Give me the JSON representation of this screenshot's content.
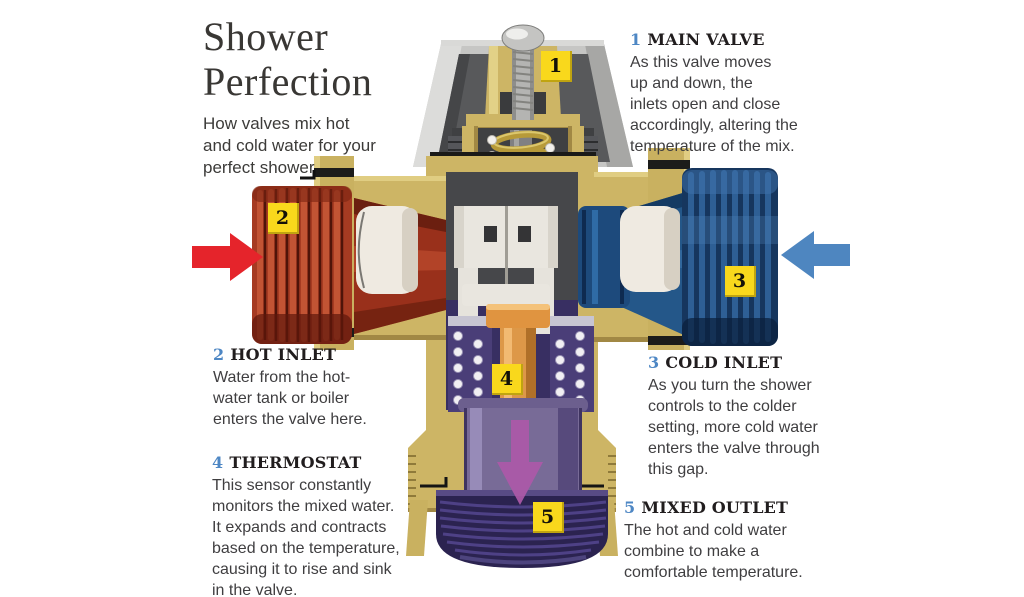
{
  "title": {
    "line1": "Shower",
    "line2": "Perfection",
    "subtitle": "How valves mix hot\nand cold water for your\nperfect shower"
  },
  "annotations": [
    {
      "num": "1",
      "heading": "MAIN VALVE",
      "body": "As this valve moves\nup and down, the\ninlets open and close\naccordingly, altering the\ntemperature of the mix."
    },
    {
      "num": "2",
      "heading": "HOT INLET",
      "body": "Water from the hot-\nwater tank or boiler\nenters the valve here."
    },
    {
      "num": "3",
      "heading": "COLD INLET",
      "body": "As you turn the shower\ncontrols to the colder\nsetting, more cold water\nenters the valve through\nthis gap."
    },
    {
      "num": "4",
      "heading": "THERMOSTAT",
      "body": "This sensor constantly\nmonitors the mixed water.\nIt expands and contracts\nbased on the temperature,\ncausing it to rise and sink\nin the valve."
    },
    {
      "num": "5",
      "heading": "MIXED OUTLET",
      "body": "The hot and cold water\ncombine to make a\ncomfortable temperature."
    }
  ],
  "diagram": {
    "labels": [
      "1",
      "2",
      "3",
      "4",
      "5"
    ]
  },
  "colors": {
    "accent_number_blue": "#4e87c4",
    "label_yellow": "#f9d81c",
    "hot_arrow_red": "#e5242b",
    "cold_arrow_blue": "#4e86c0",
    "mixed_arrow_purple": "#ad59a8",
    "brass_body": "#cdb565"
  }
}
